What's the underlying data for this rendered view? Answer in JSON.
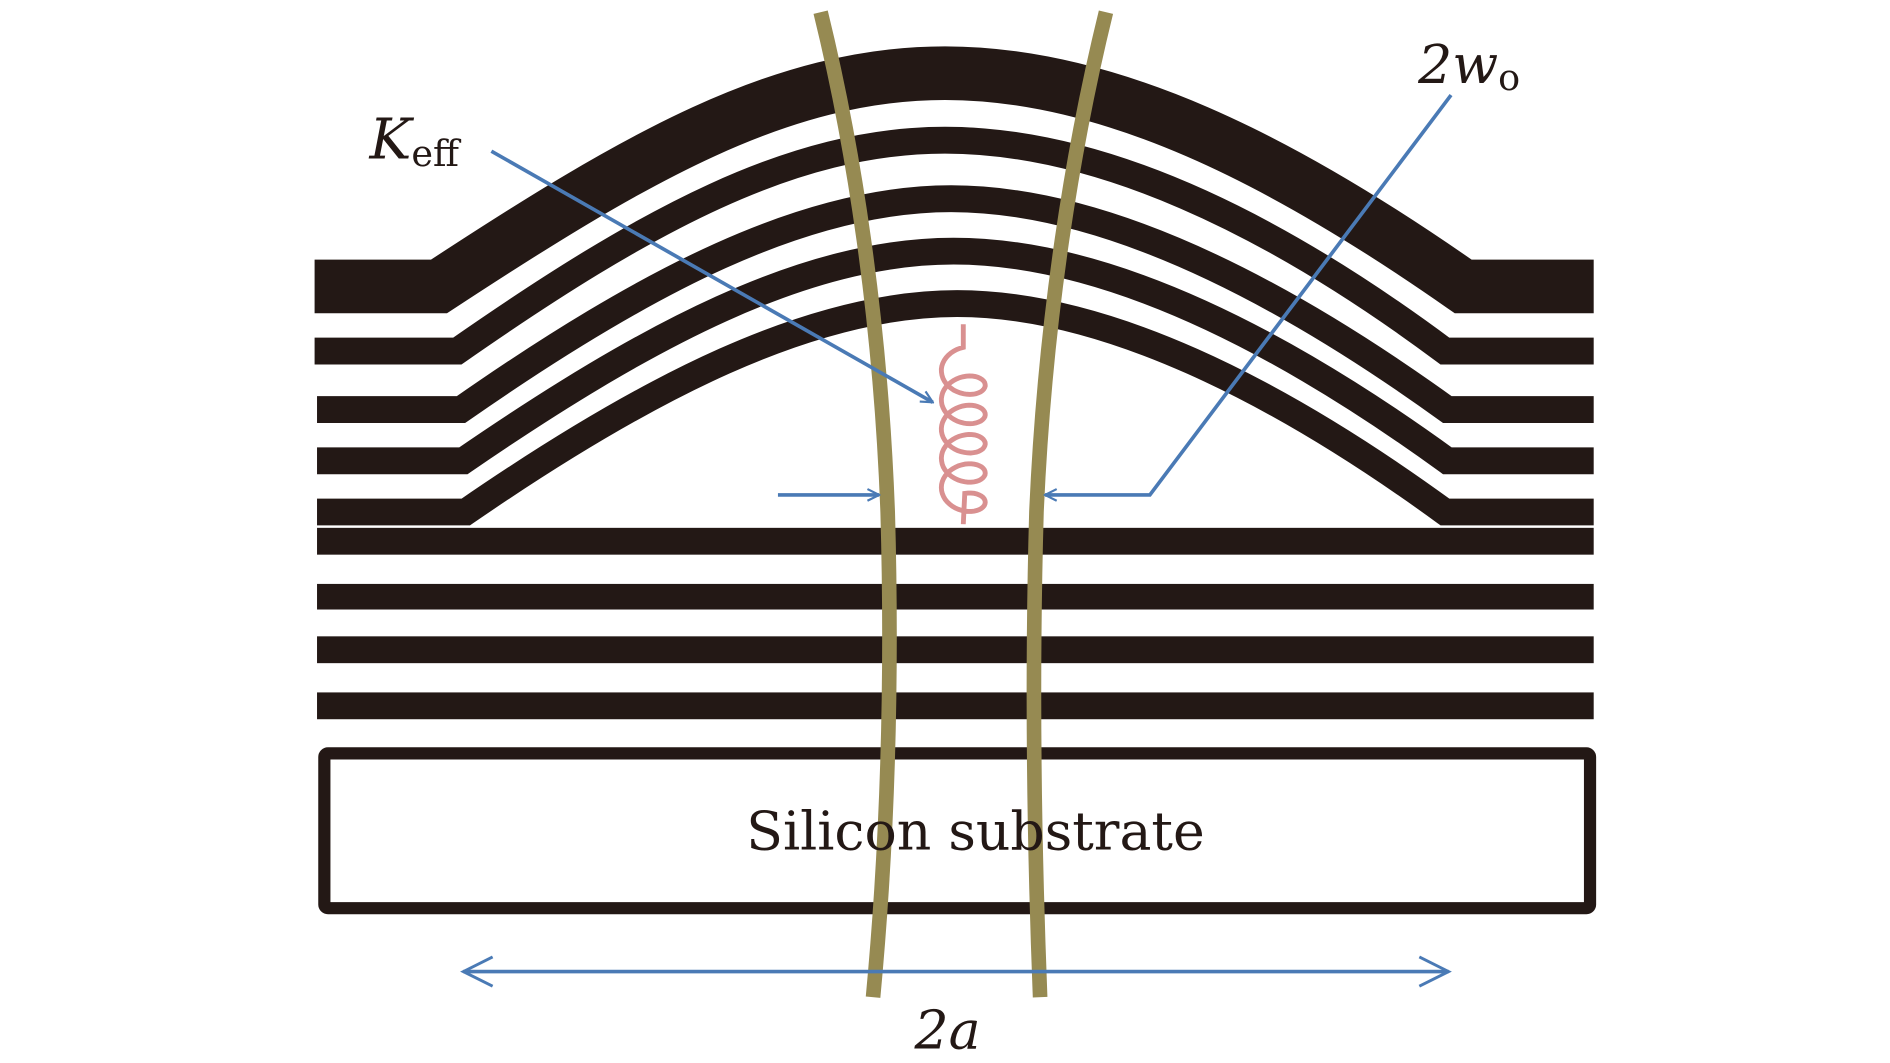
{
  "labels": {
    "k_main": "K",
    "k_sub": "eff",
    "w_main": "2w",
    "w_sub": "o",
    "substrate": "Silicon substrate",
    "a_label": "2a"
  },
  "colors": {
    "layer": "#231815",
    "beam": "#968a52",
    "annotation": "#4a7ab5",
    "spring": "#d99090"
  }
}
